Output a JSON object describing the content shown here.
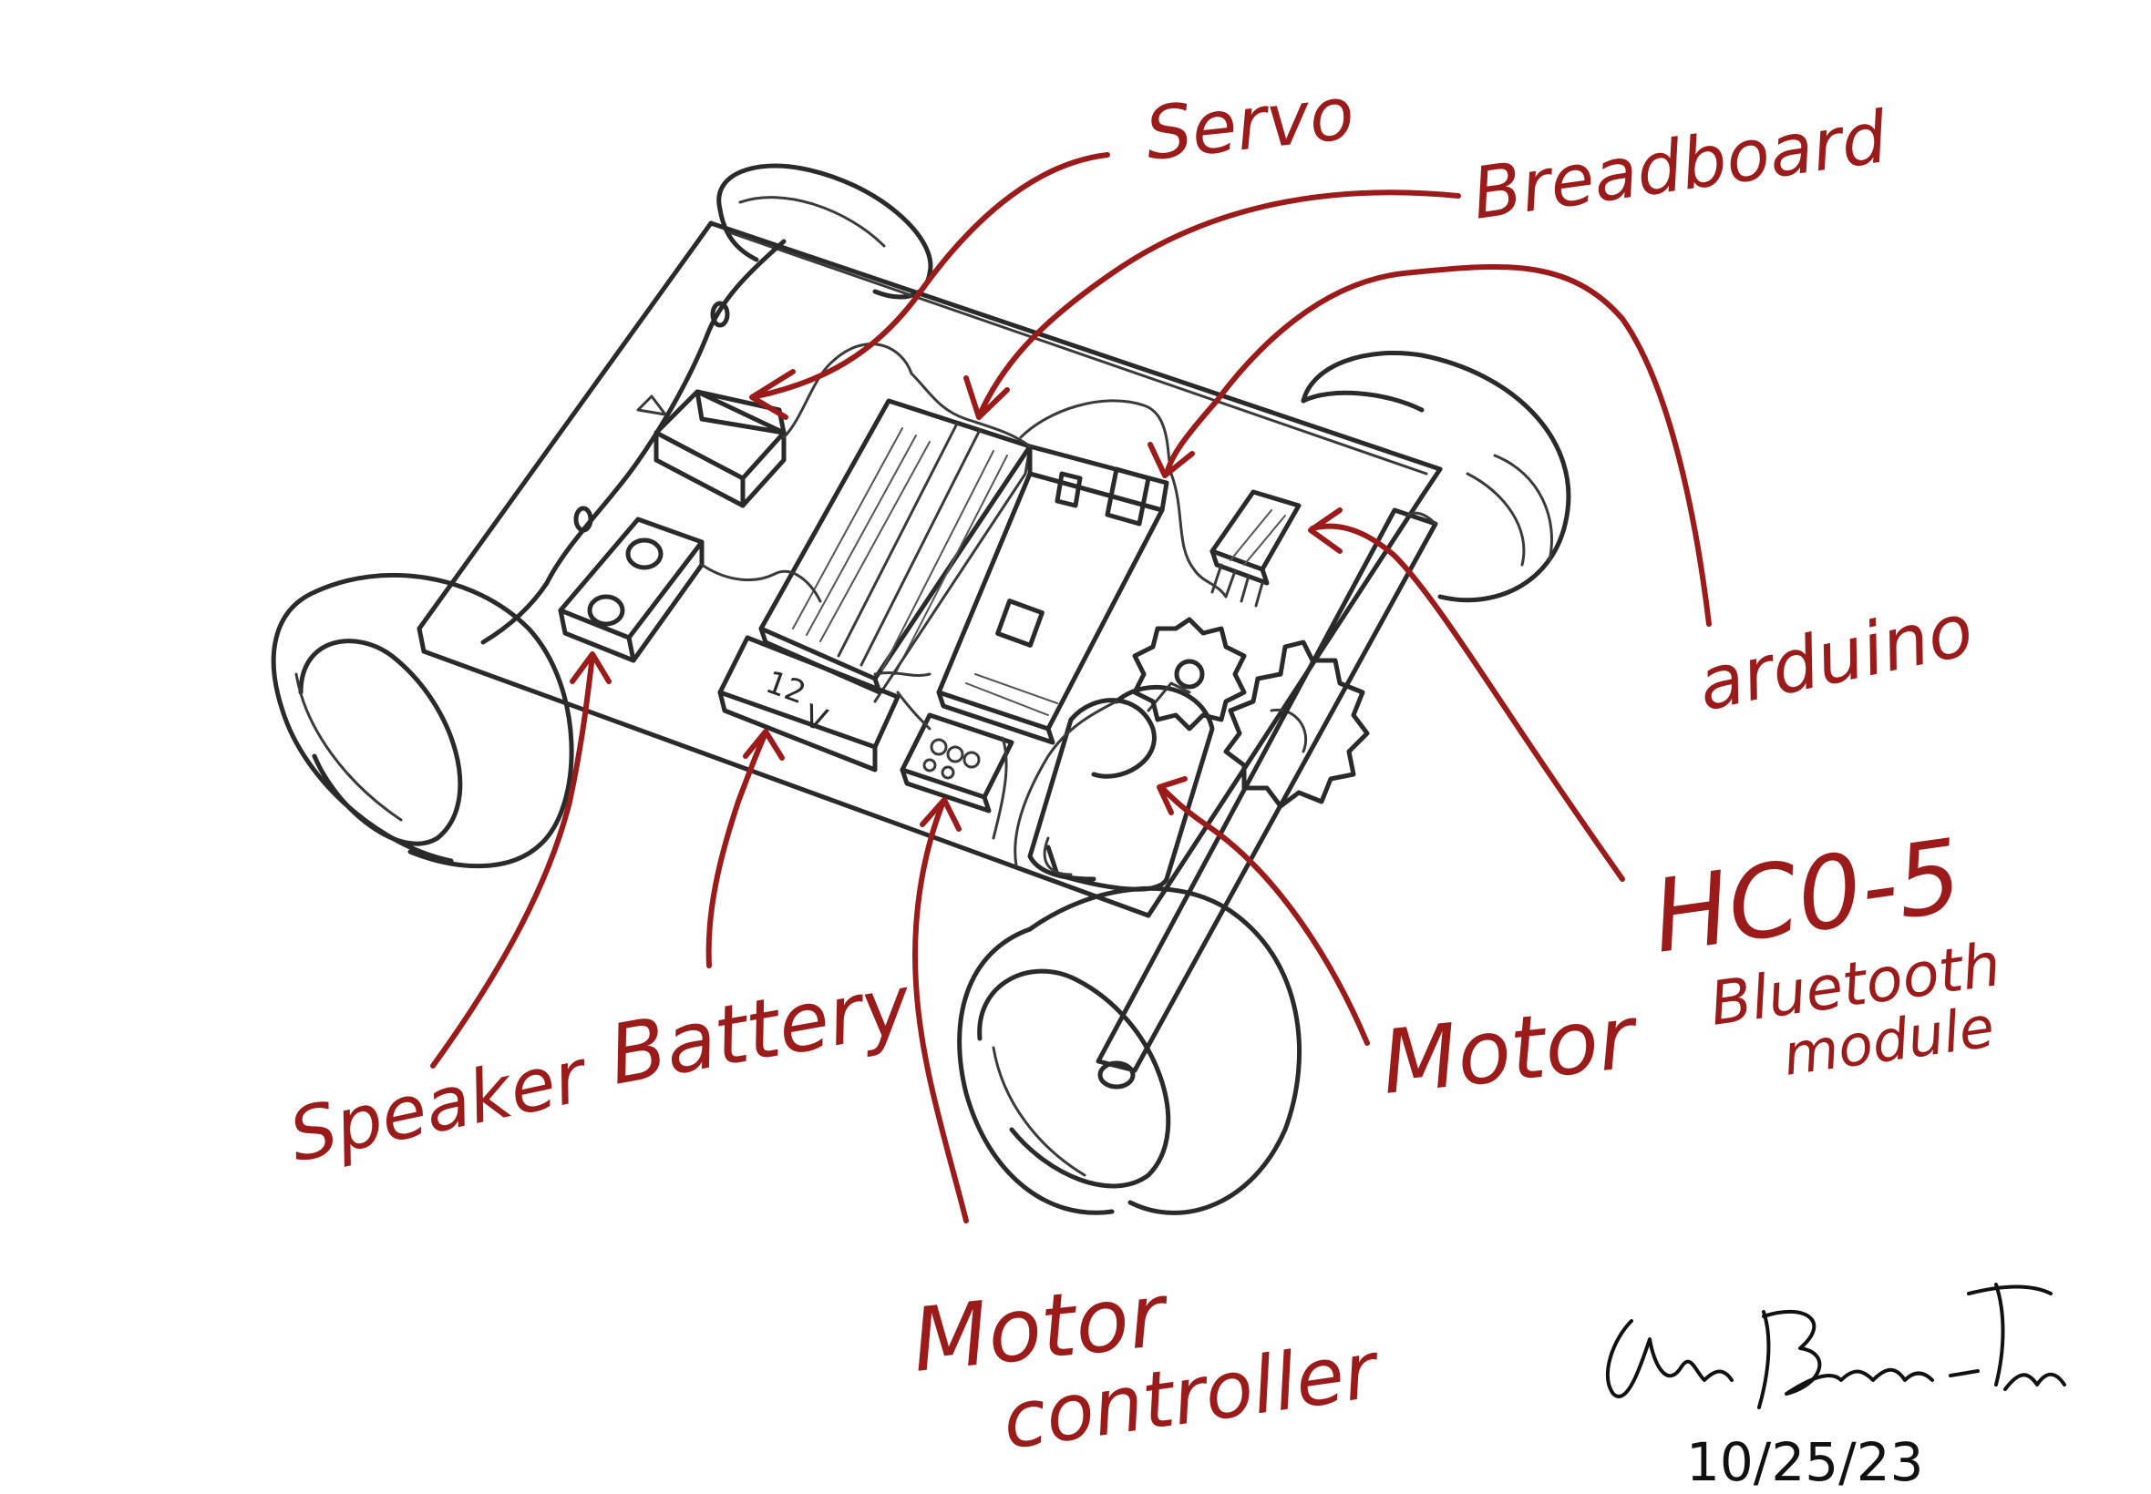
{
  "labels": {
    "servo": "Servo",
    "breadboard": "Breadboard",
    "arduino": "arduino",
    "hc05_line1": "HC0-5",
    "hc05_line2": "Bluetooth",
    "hc05_line3": "module",
    "motor": "Motor",
    "motor_controller_line1": "Motor",
    "motor_controller_line2": "controller",
    "battery": "Battery",
    "speaker": "Speaker",
    "battery_marking_line1": "12",
    "battery_marking_line2": "V"
  },
  "signature": {
    "date": "10/25/23"
  },
  "colors": {
    "annotation": "#9b1b1b",
    "ink": "#2a2a2a",
    "background": "#ffffff"
  }
}
